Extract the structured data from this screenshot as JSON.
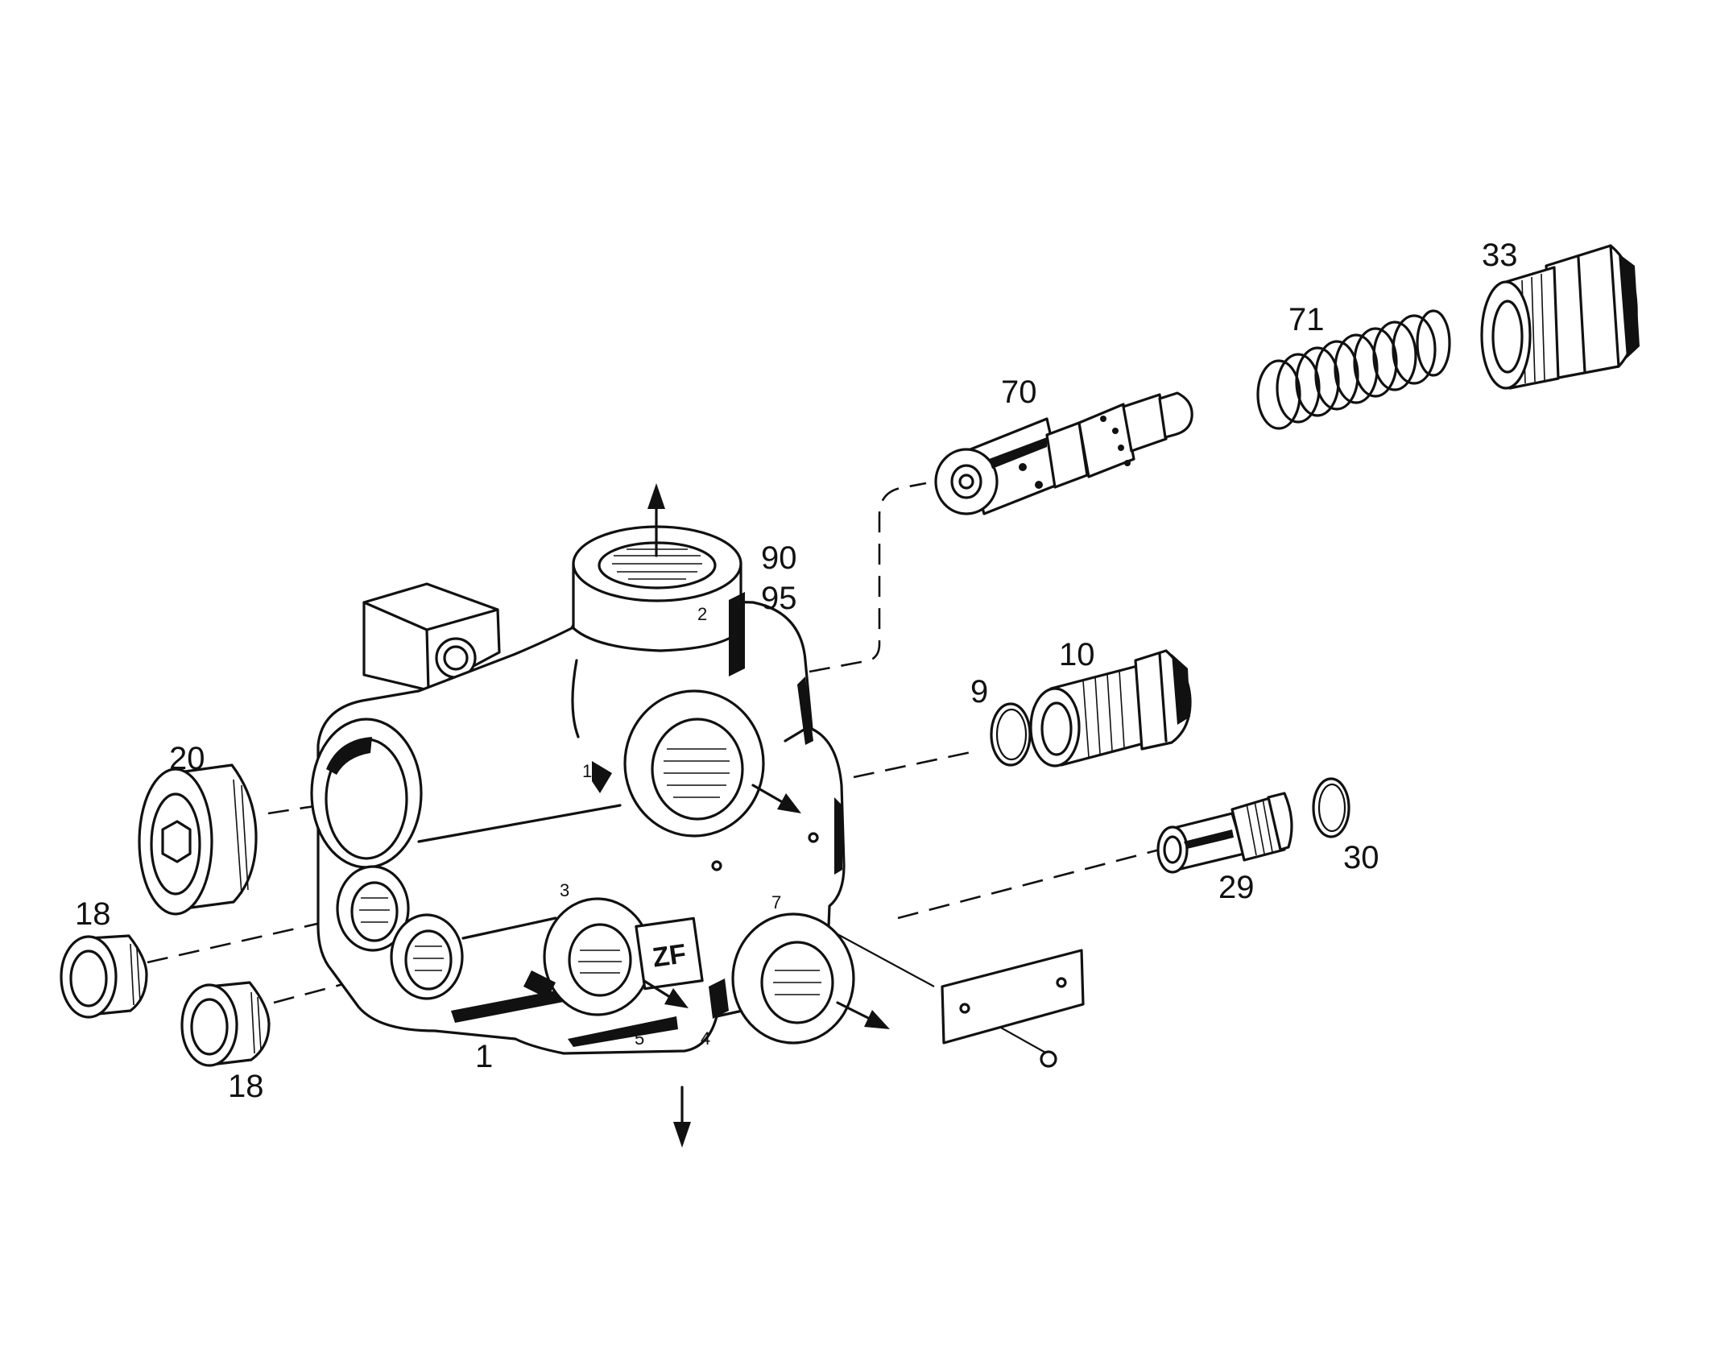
{
  "diagram": {
    "callouts": {
      "housing": "1",
      "ring_9": "9",
      "nut_10": "10",
      "plug_18_left": "18",
      "plug_18_right": "18",
      "plug_20": "20",
      "valve_29": "29",
      "ring_30": "30",
      "cap_33": "33",
      "piston_70": "70",
      "spring_71": "71",
      "kit_90": "90",
      "kit_95": "95"
    },
    "port_marks": {
      "p1": "1",
      "p2": "2",
      "p3": "3",
      "p4": "4",
      "p5": "5",
      "p7": "7"
    },
    "logo_text": "ZF"
  }
}
